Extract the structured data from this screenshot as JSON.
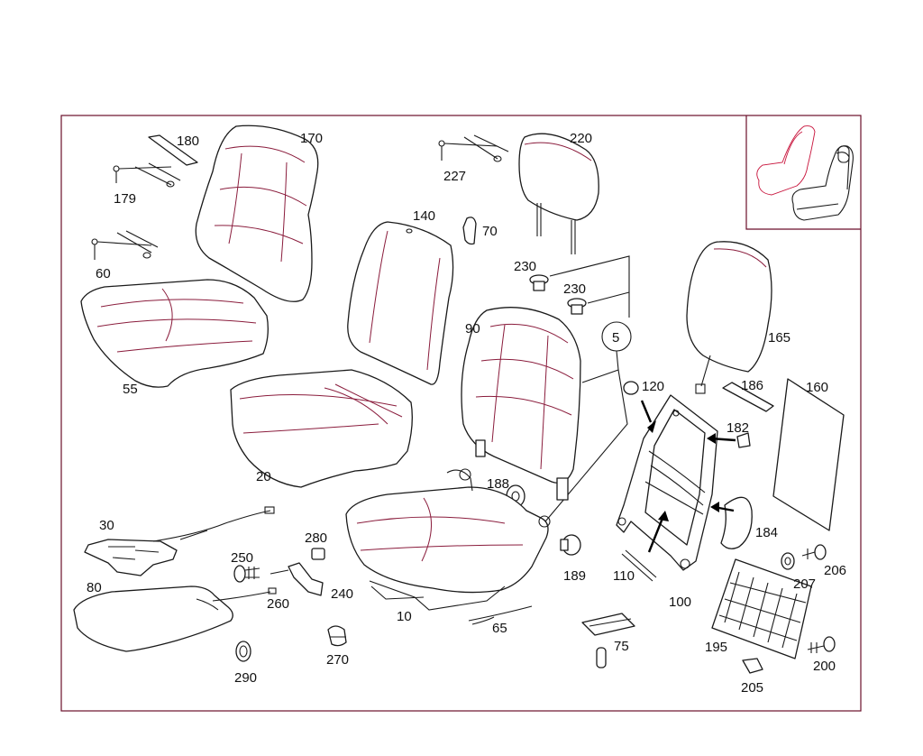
{
  "diagram": {
    "callouts": [
      {
        "id": "c180",
        "text": "180"
      },
      {
        "id": "c179",
        "text": "179"
      },
      {
        "id": "c60",
        "text": "60"
      },
      {
        "id": "c170",
        "text": "170"
      },
      {
        "id": "c55",
        "text": "55"
      },
      {
        "id": "c140",
        "text": "140"
      },
      {
        "id": "c20",
        "text": "20"
      },
      {
        "id": "c227",
        "text": "227"
      },
      {
        "id": "c220",
        "text": "220"
      },
      {
        "id": "c70",
        "text": "70"
      },
      {
        "id": "c230a",
        "text": "230"
      },
      {
        "id": "c230b",
        "text": "230"
      },
      {
        "id": "c90",
        "text": "90"
      },
      {
        "id": "c5",
        "text": "5"
      },
      {
        "id": "c165",
        "text": "165"
      },
      {
        "id": "c120",
        "text": "120"
      },
      {
        "id": "c186",
        "text": "186"
      },
      {
        "id": "c160",
        "text": "160"
      },
      {
        "id": "c182",
        "text": "182"
      },
      {
        "id": "c188",
        "text": "188"
      },
      {
        "id": "c184",
        "text": "184"
      },
      {
        "id": "c30",
        "text": "30"
      },
      {
        "id": "c280",
        "text": "280"
      },
      {
        "id": "c250",
        "text": "250"
      },
      {
        "id": "c240",
        "text": "240"
      },
      {
        "id": "c260",
        "text": "260"
      },
      {
        "id": "c80",
        "text": "80"
      },
      {
        "id": "c189",
        "text": "189"
      },
      {
        "id": "c110",
        "text": "110"
      },
      {
        "id": "c100",
        "text": "100"
      },
      {
        "id": "c207",
        "text": "207"
      },
      {
        "id": "c206",
        "text": "206"
      },
      {
        "id": "c10",
        "text": "10"
      },
      {
        "id": "c65",
        "text": "65"
      },
      {
        "id": "c75",
        "text": "75"
      },
      {
        "id": "c195",
        "text": "195"
      },
      {
        "id": "c200",
        "text": "200"
      },
      {
        "id": "c290",
        "text": "290"
      },
      {
        "id": "c270",
        "text": "270"
      },
      {
        "id": "c205",
        "text": "205"
      }
    ]
  },
  "colors": {
    "frame": "#6a0f2a",
    "line": "#1a1a1a",
    "seam": "#8a1c3c",
    "inset_sketch": "#c8143c"
  }
}
